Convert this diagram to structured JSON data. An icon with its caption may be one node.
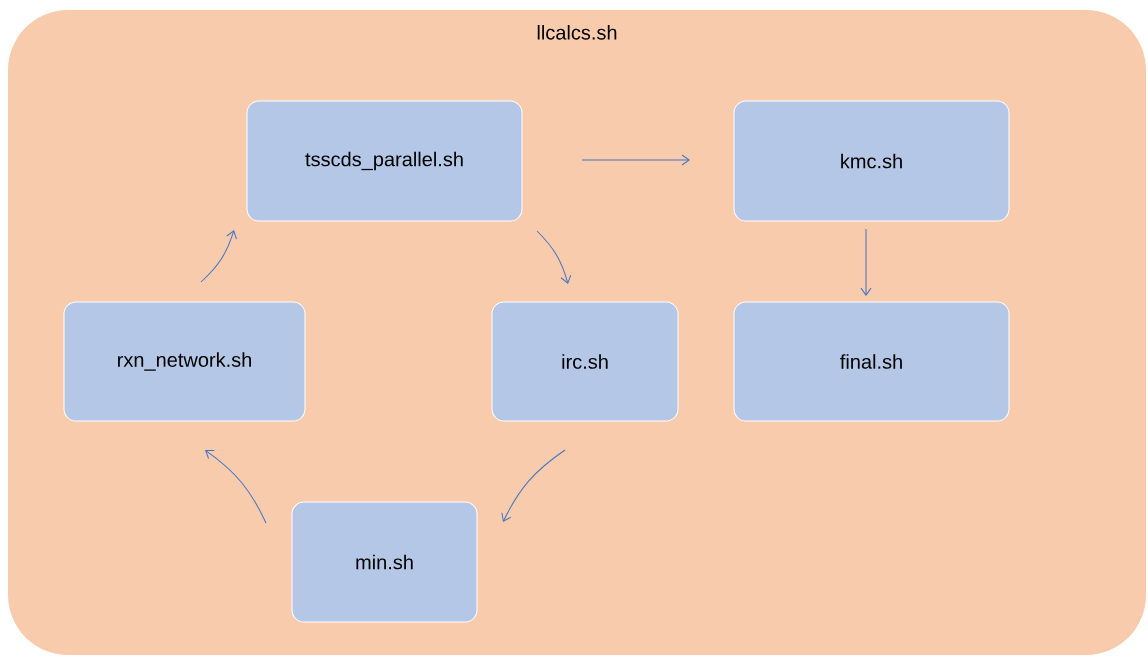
{
  "diagram": {
    "nodes": [
      {
        "text": [
          "llcalcs.sh"
        ]
      },
      {
        "text": [
          "tsscds_parallel.sh"
        ],
        "in": 0
      },
      {
        "text": [
          "kmc.sh"
        ],
        "in": 0
      },
      {
        "text": [
          "rxn_network.sh"
        ],
        "in": 0
      },
      {
        "text": [
          "irc.sh"
        ],
        "in": 0
      },
      {
        "text": [
          "final.sh"
        ],
        "in": 0
      },
      {
        "text": [
          "min.sh"
        ],
        "in": 0
      }
    ],
    "edges": [
      {
        "from": 1,
        "to": 2,
        "arrow": "to"
      },
      {
        "from": 1,
        "to": 4,
        "arrow": "to"
      },
      {
        "from": 2,
        "to": 5,
        "arrow": "to"
      },
      {
        "from": 4,
        "to": 6,
        "arrow": "to"
      },
      {
        "from": 6,
        "to": 3,
        "arrow": "to"
      },
      {
        "from": 3,
        "to": 1,
        "arrow": "to"
      }
    ]
  }
}
